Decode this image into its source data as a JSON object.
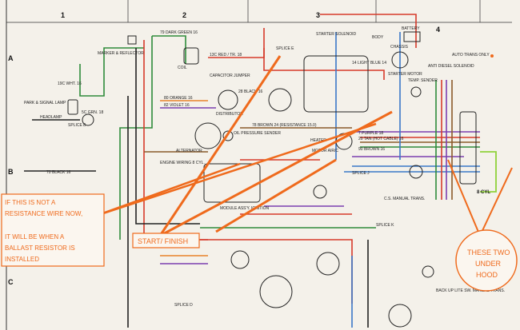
{
  "grid": {
    "cols": [
      "1",
      "2",
      "3",
      "4"
    ],
    "rows": [
      "A",
      "B",
      "C"
    ]
  },
  "labels": [
    {
      "id": "marker-reflector",
      "text": "MARKER & REFLECTOR"
    },
    {
      "id": "coil",
      "text": "COIL"
    },
    {
      "id": "capacitor-jumper",
      "text": "CAPACITOR JUMPER"
    },
    {
      "id": "distributor",
      "text": "DISTRIBUTOR"
    },
    {
      "id": "alternator",
      "text": "ALTERNATOR"
    },
    {
      "id": "engine-wiring",
      "text": "ENGINE WIRING 8 CYL."
    },
    {
      "id": "module",
      "text": "MODULE ASS'Y. IGNITION"
    },
    {
      "id": "park-signal",
      "text": "PARK & SIGNAL LAMP"
    },
    {
      "id": "headlamp",
      "text": "HEADLAMP"
    },
    {
      "id": "splice-b",
      "text": "SPLICE B"
    },
    {
      "id": "splice-e",
      "text": "SPLICE E"
    },
    {
      "id": "splice-j",
      "text": "SPLICE J"
    },
    {
      "id": "splice-k",
      "text": "SPLICE K"
    },
    {
      "id": "splice-d",
      "text": "SPLICE D"
    },
    {
      "id": "starter-solenoid",
      "text": "STARTER SOLENOID"
    },
    {
      "id": "starter-motor",
      "text": "STARTER MOTOR"
    },
    {
      "id": "battery",
      "text": "BATTERY"
    },
    {
      "id": "body",
      "text": "BODY"
    },
    {
      "id": "chassis",
      "text": "CHASSIS"
    },
    {
      "id": "anti-diesel",
      "text": "ANTI DIESEL SOLENOID"
    },
    {
      "id": "temp-sender",
      "text": "TEMP. SENDER"
    },
    {
      "id": "oil-pressure",
      "text": "OIL PRESSURE SENDER"
    },
    {
      "id": "heater",
      "text": "HEATER"
    },
    {
      "id": "motor-air",
      "text": "MOTOR AIR/C"
    },
    {
      "id": "8cyl",
      "text": "8 CYL"
    },
    {
      "id": "cs-manual",
      "text": "C.S. MANUAL TRANS."
    },
    {
      "id": "backup",
      "text": "BACK UP LITE SW. MANUAL TRANS."
    },
    {
      "id": "auto-trans",
      "text": "AUTO TRANS ONLY"
    },
    {
      "id": "dark-green",
      "text": "79 DARK GREEN 16"
    },
    {
      "id": "red-tr",
      "text": "13C RED / TR. 18"
    },
    {
      "id": "black",
      "text": "28 BLACK 16"
    },
    {
      "id": "orange",
      "text": "80 ORANGE 16"
    },
    {
      "id": "violet",
      "text": "82 VIOLET 16"
    },
    {
      "id": "brown",
      "text": "78 BROWN 24 (RESISTANCE 15.0)"
    },
    {
      "id": "purple",
      "text": "7 PURPLE 18"
    },
    {
      "id": "tan",
      "text": "20 TAN (HOT CABLE) 16"
    },
    {
      "id": "brown2",
      "text": "90 BROWN 16"
    },
    {
      "id": "light-blue",
      "text": "14 LIGHT BLUE 14"
    },
    {
      "id": "black-70",
      "text": "70 BLACK 16"
    },
    {
      "id": "white",
      "text": "19C WHT. 16"
    },
    {
      "id": "grn",
      "text": "5C GRN. 18"
    }
  ],
  "annotations": {
    "resistance_line1": "IF THIS IS NOT A",
    "resistance_line2": "RESISTANCE WIRE NOW,",
    "resistance_line3": "IT WILL BE WHEN A",
    "resistance_line4": "BALLAST RESISTOR IS",
    "resistance_line5": "INSTALLED",
    "start_finish": "START/ FINISH",
    "hood_line1": "THESE TWO",
    "hood_line2": "UNDER",
    "hood_line3": "HOOD"
  },
  "colors": {
    "annotation": "#ef6a1c",
    "wire_red": "#d63a2a",
    "wire_green": "#2e8b3a",
    "wire_purple": "#7b3fb0",
    "wire_blue": "#3a78c8",
    "wire_brown": "#8a5a2a",
    "wire_black": "#222222",
    "wire_orange": "#e8822a",
    "wire_lime": "#8fd23a"
  }
}
